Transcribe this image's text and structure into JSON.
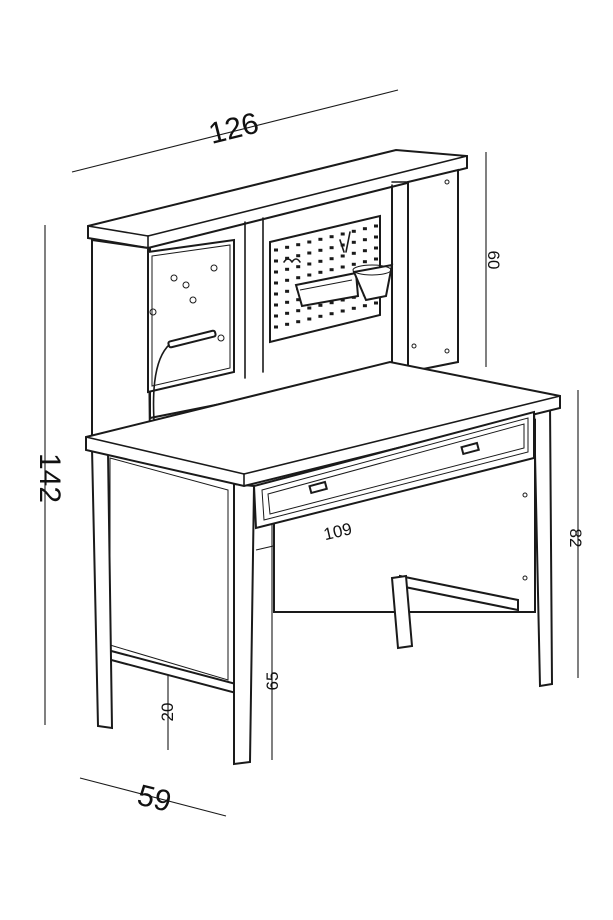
{
  "dimensions": {
    "top_width": "126",
    "total_height": "142",
    "hutch_height": "60",
    "desk_height": "82",
    "inner_width": "109",
    "knee_height": "65",
    "rail_height": "20",
    "depth": "59"
  },
  "colors": {
    "line": "#1a1a1a",
    "background": "#ffffff"
  }
}
